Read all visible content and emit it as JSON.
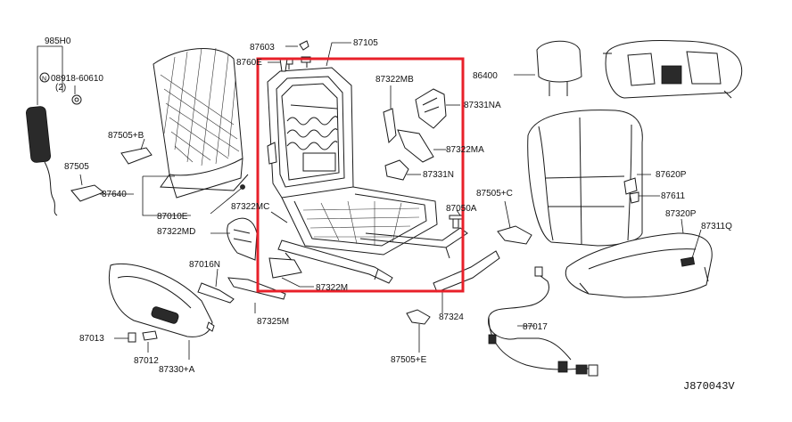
{
  "diagram_id": "J870043V",
  "highlight_color": "#e8202a",
  "parts": {
    "p985H0": "985H0",
    "p08918": "08918-60610",
    "p08918_qty": "(2)",
    "p87505B": "87505+B",
    "p87505": "87505",
    "p87640": "87640",
    "p87010E": "87010E",
    "p87322MD": "87322MD",
    "p87016N": "87016N",
    "p87013": "87013",
    "p87012": "87012",
    "p87330A": "87330+A",
    "p87603": "87603",
    "p8760E": "8760E",
    "p87105": "87105",
    "p87322MB": "87322MB",
    "p87331NA": "87331NA",
    "p87322MA": "87322MA",
    "p87331N": "87331N",
    "p87322MC": "87322MC",
    "p87322M": "87322M",
    "p87325M": "87325M",
    "p87050A": "87050A",
    "p87505C": "87505+C",
    "p87324": "87324",
    "p87505E": "87505+E",
    "p86400": "86400",
    "p87620P": "87620P",
    "p87611": "87611",
    "p87320P": "87320P",
    "p87311Q": "87311Q",
    "p87017": "87017"
  }
}
